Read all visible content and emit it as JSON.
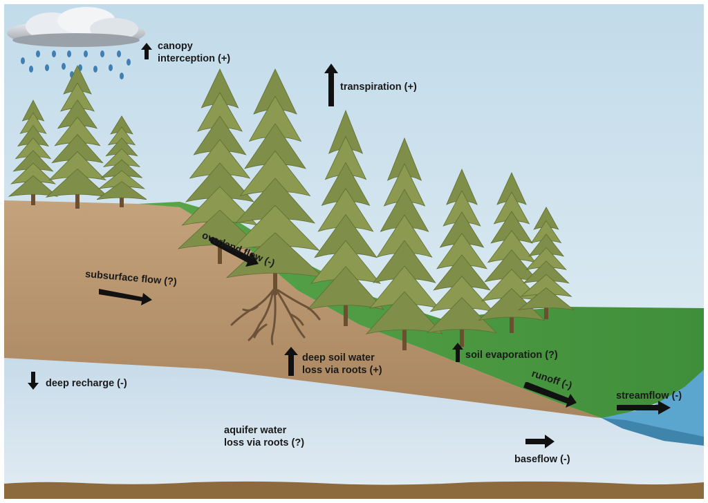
{
  "labels": {
    "canopy_interception": [
      "canopy",
      "interception (+)"
    ],
    "transpiration": "transpiration (+)",
    "overland_flow": "overland flow (-)",
    "subsurface_flow": "subsurface flow (?)",
    "deep_soil_water": [
      "deep soil water",
      "loss via roots (+)"
    ],
    "soil_evaporation": "soil evaporation (?)",
    "runoff": "runoff (-)",
    "streamflow": "streamflow (-)",
    "deep_recharge": "deep recharge (-)",
    "aquifer_water": [
      "aquifer water",
      "loss via roots (?)"
    ],
    "baseflow": "baseflow (-)"
  },
  "colors": {
    "sky": "#d4e6f0",
    "soil": "#b89671",
    "aquifer": "#d3e3ee",
    "grass": "#4e9a3f",
    "tree": "#8b9a50",
    "stream": "#5aa6cf",
    "bedrock": "#8c6a3e",
    "arrow": "#111111"
  }
}
